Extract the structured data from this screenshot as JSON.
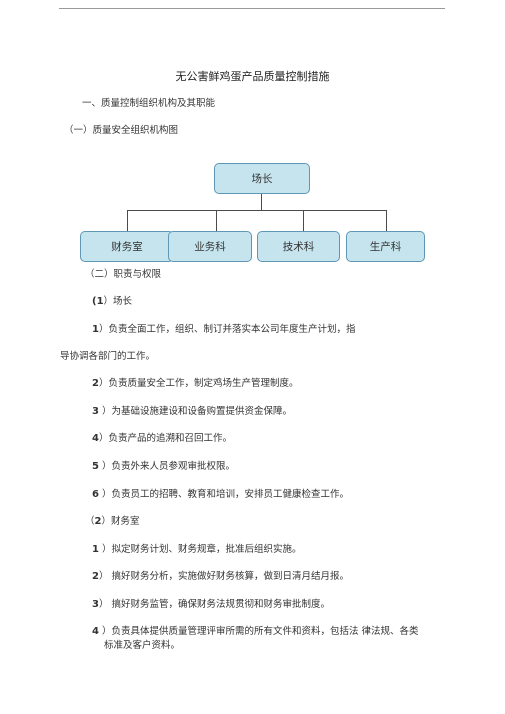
{
  "title": "无公害鲜鸡蛋产品质量控制措施",
  "section1_heading": "一、质量控制组织机构及其职能",
  "subsection1_heading": "（一）质量安全组织机构图",
  "org_chart": {
    "root": "场长",
    "children": [
      "财务室",
      "业务科",
      "技术科",
      "生产科"
    ]
  },
  "subsection2_heading": "（二）职责与权限",
  "director": {
    "heading_num": "(1",
    "heading_text": "）场长",
    "items": [
      {
        "num": "1",
        "text": "）负责全面工作，组织、制订并落实本公司年度生产计划，指"
      },
      {
        "num": "",
        "text": "导协调各部门的工作。"
      },
      {
        "num": "2",
        "text": "）负责质量安全工作，制定鸡场生产管理制度。"
      },
      {
        "num": "3",
        "text": " ）为基础设施建设和设备购置提供资金保障。"
      },
      {
        "num": "4",
        "text": "）负责产品的追溯和召回工作。"
      },
      {
        "num": "5",
        "text": " ）负责外来人员参观审批权限。"
      },
      {
        "num": "6",
        "text": " ）负责员工的招聘、教育和培训，安排员工健康检查工作。"
      }
    ]
  },
  "finance": {
    "heading_open": "（",
    "heading_num": "2",
    "heading_text": "）财务室",
    "items": [
      {
        "num": "1",
        "text": " ）拟定财务计划、财务规章，批准后组织实施。"
      },
      {
        "num": "2",
        "text": "） 搞好财务分析，实施做好财务核算，做到日清月结月报。"
      },
      {
        "num": "3",
        "text": "） 搞好财务监管，确保财务法规贯彻和财务审批制度。"
      },
      {
        "num": "4",
        "text": " ）负责具体提供质量管理评审所需的所有文件和资料，包括法 律法规、各类"
      },
      {
        "num": "",
        "text": "标准及客户资料。"
      }
    ]
  }
}
